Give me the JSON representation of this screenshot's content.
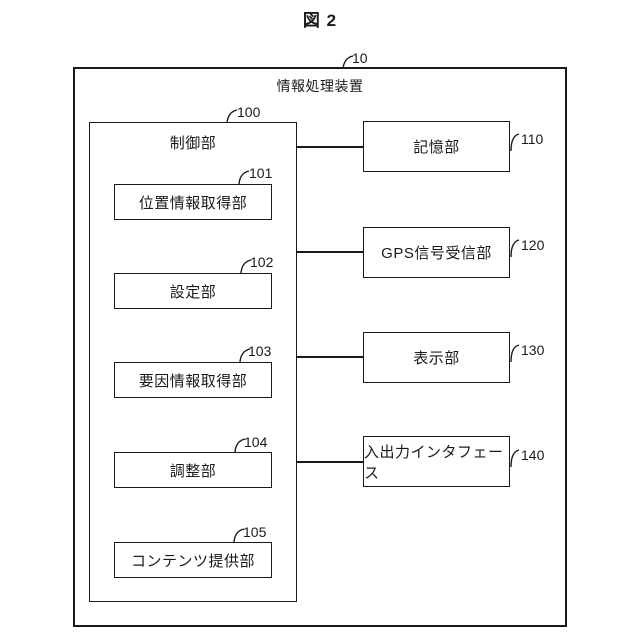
{
  "figure_title": "図 2",
  "device": {
    "label": "情報処理装置",
    "ref": "10"
  },
  "controller": {
    "label": "制御部",
    "ref": "100"
  },
  "controller_modules": [
    {
      "label": "位置情報取得部",
      "ref": "101"
    },
    {
      "label": "設定部",
      "ref": "102"
    },
    {
      "label": "要因情報取得部",
      "ref": "103"
    },
    {
      "label": "調整部",
      "ref": "104"
    },
    {
      "label": "コンテンツ提供部",
      "ref": "105"
    }
  ],
  "peripherals": [
    {
      "label": "記憶部",
      "ref": "110"
    },
    {
      "label": "GPS信号受信部",
      "ref": "120"
    },
    {
      "label": "表示部",
      "ref": "130"
    },
    {
      "label": "入出力インタフェース",
      "ref": "140"
    }
  ],
  "colors": {
    "line": "#1a1a1a",
    "background": "#ffffff"
  }
}
